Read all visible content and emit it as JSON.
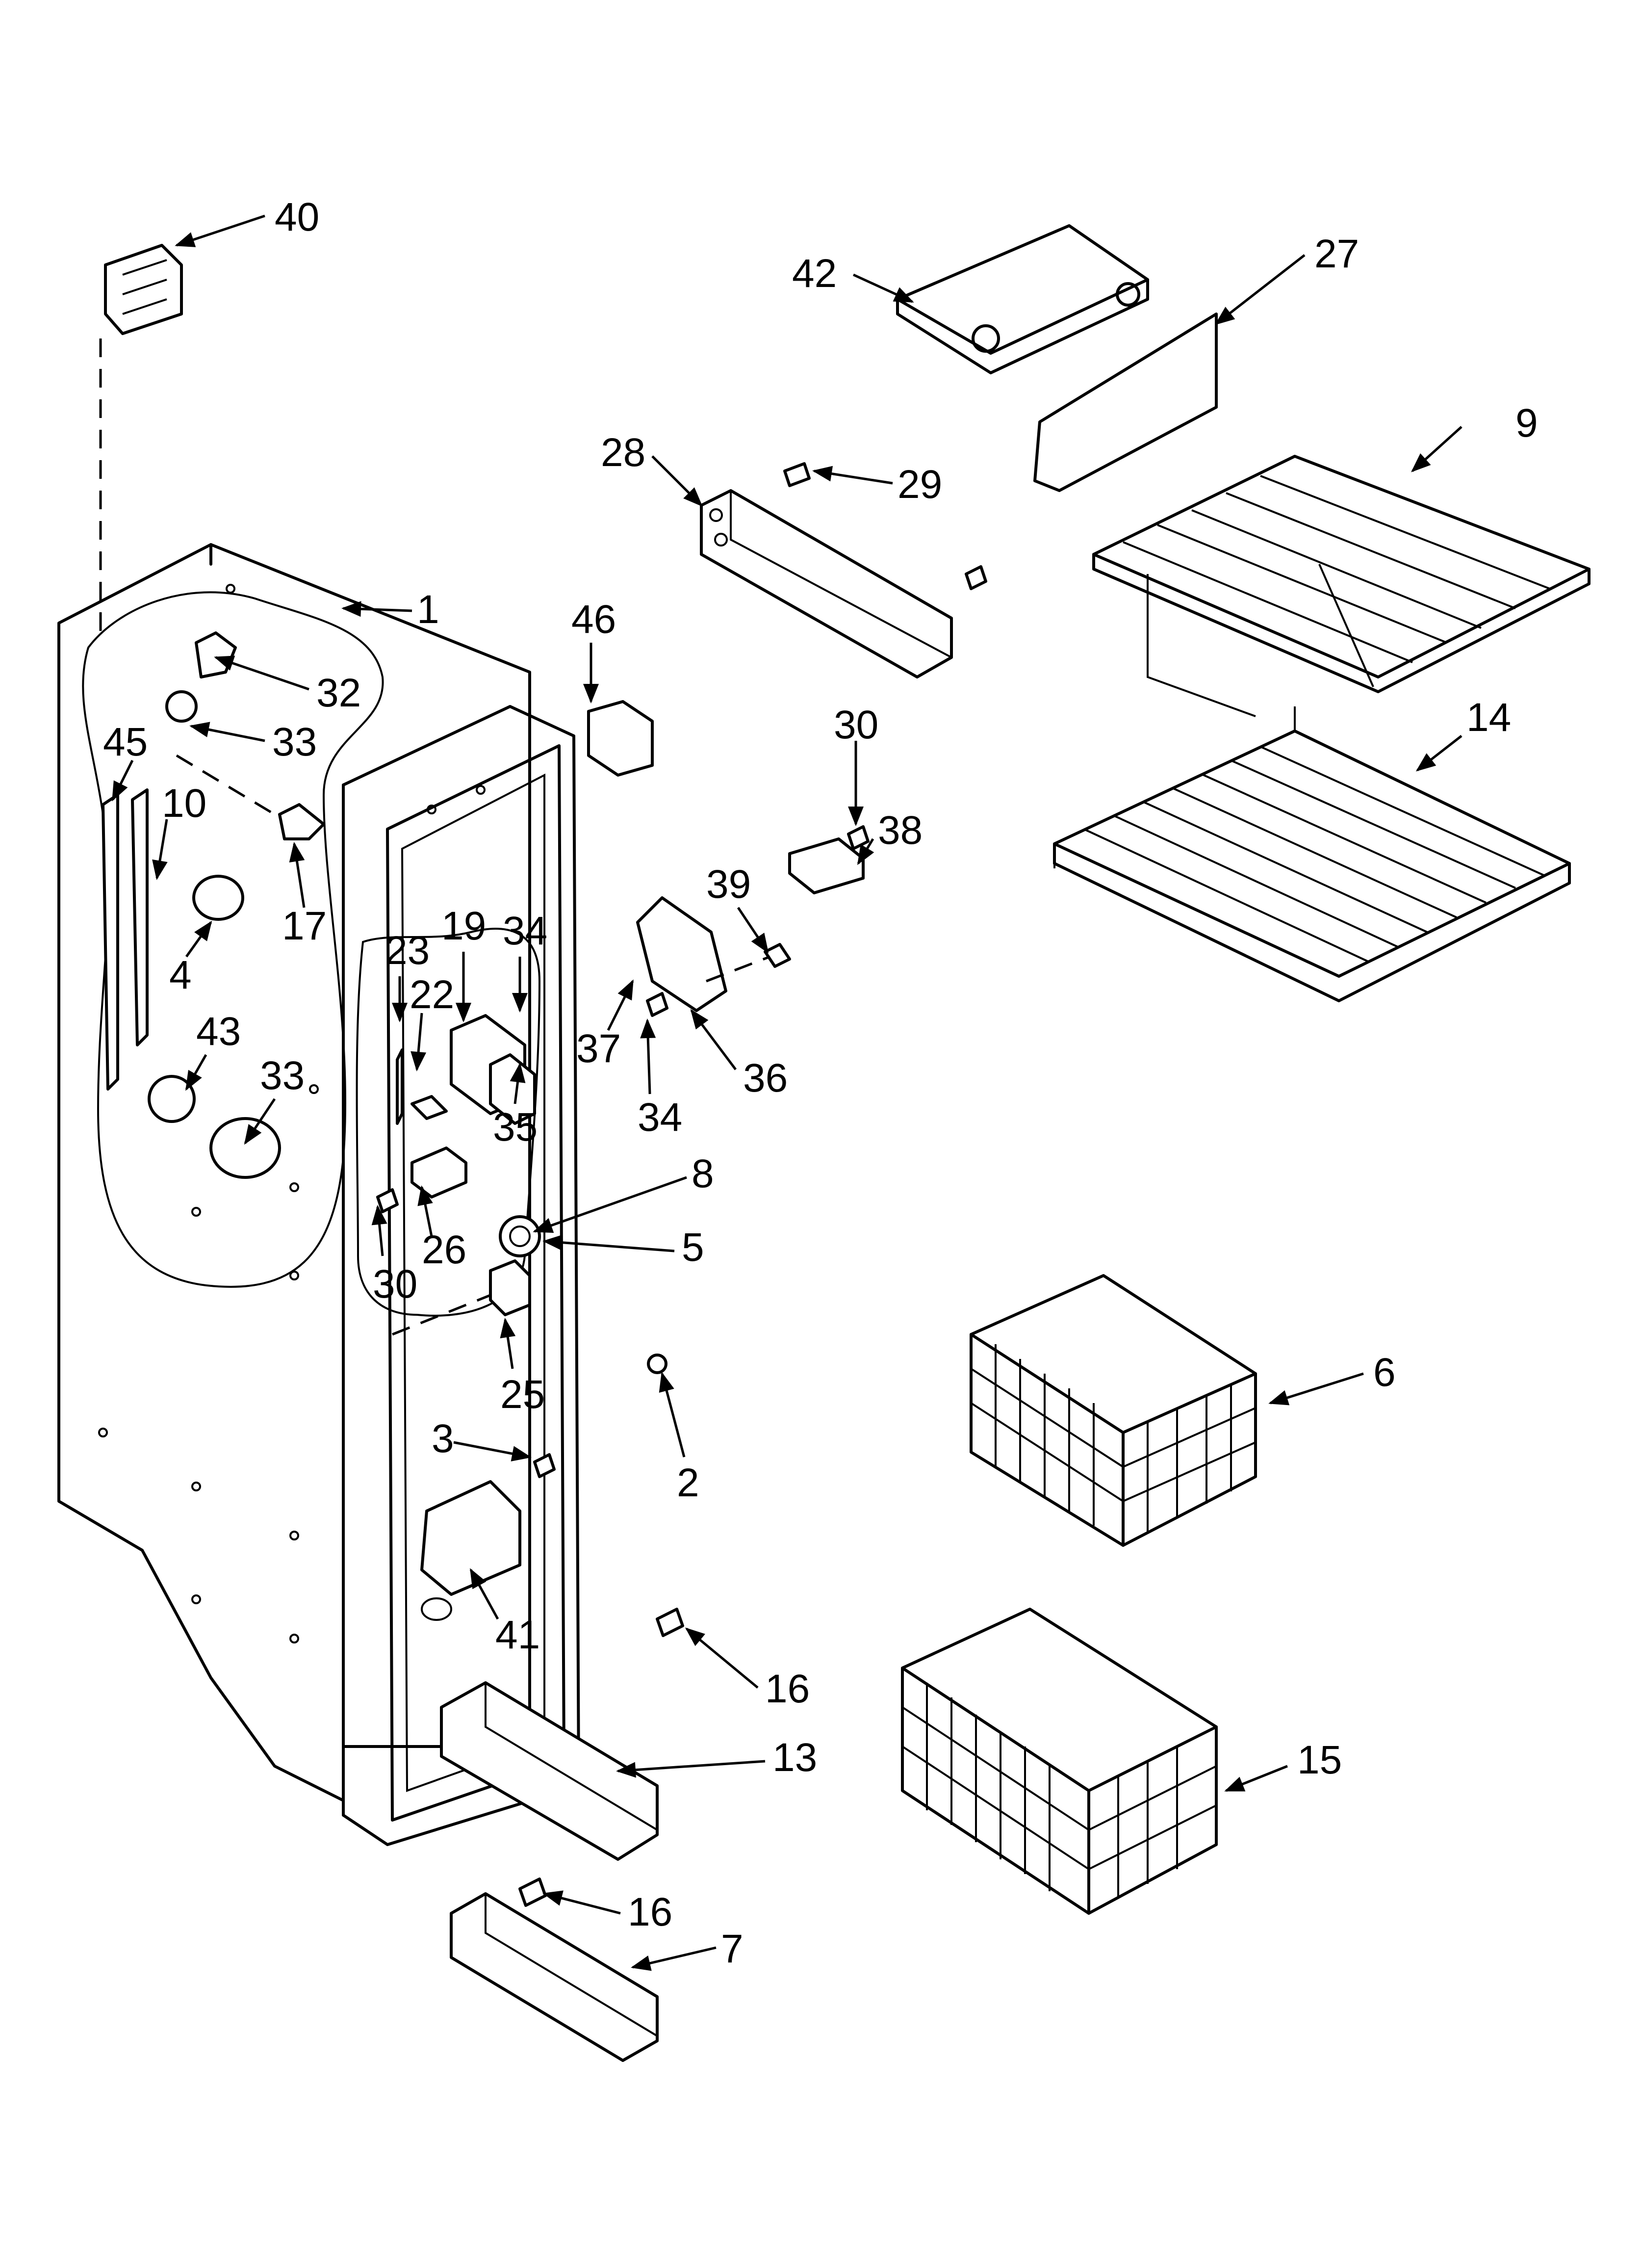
{
  "callouts": [
    "40",
    "42",
    "27",
    "1",
    "28",
    "29",
    "9",
    "46",
    "32",
    "33",
    "45",
    "10",
    "17",
    "30",
    "38",
    "14",
    "4",
    "23",
    "19",
    "34",
    "39",
    "22",
    "43",
    "33",
    "37",
    "36",
    "34",
    "35",
    "8",
    "26",
    "5",
    "30",
    "6",
    "25",
    "3",
    "2",
    "41",
    "16",
    "13",
    "15",
    "16",
    "7"
  ]
}
